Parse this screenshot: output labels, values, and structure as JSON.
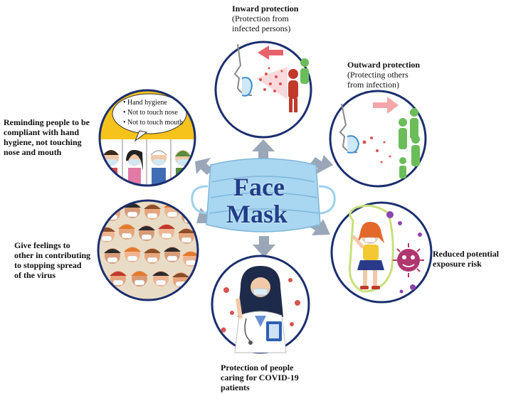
{
  "hub": {
    "line1": "Face",
    "line2": "Mask"
  },
  "nodes": [
    {
      "id": "inward",
      "title": "Inward protection",
      "subtitle_lines": [
        "(Protection from",
        "infected persons)"
      ]
    },
    {
      "id": "outward",
      "title": "Outward protection",
      "subtitle_lines": [
        "(Protecting others",
        "from infection)"
      ]
    },
    {
      "id": "reminding",
      "title_lines": [
        "Reminding people to be",
        "compliant with hand",
        "hygiene, not touching",
        "nose and mouth"
      ]
    },
    {
      "id": "feelings",
      "title_lines": [
        "Give feelings to",
        "other in contributing",
        "to stopping spread",
        "of the virus"
      ]
    },
    {
      "id": "reduced",
      "title_lines": [
        "Reduced potential",
        "exposure risk"
      ]
    },
    {
      "id": "caring",
      "title_lines": [
        "Protection of people",
        "caring for COVID-19",
        "patients"
      ]
    }
  ],
  "speech_bubble": [
    "• Hand hygiene",
    "• Not to touch nose",
    "• Not to touch mouth"
  ],
  "colors": {
    "circle_border": "#1b2f6e",
    "arrow": "#9aa7b8",
    "hub_text": "#1f3f8a",
    "mask": "#9fd0ec",
    "warning_red": "#d9534f",
    "safe_green": "#6bbd5a",
    "bubble_yellow": "#f6c31c"
  }
}
